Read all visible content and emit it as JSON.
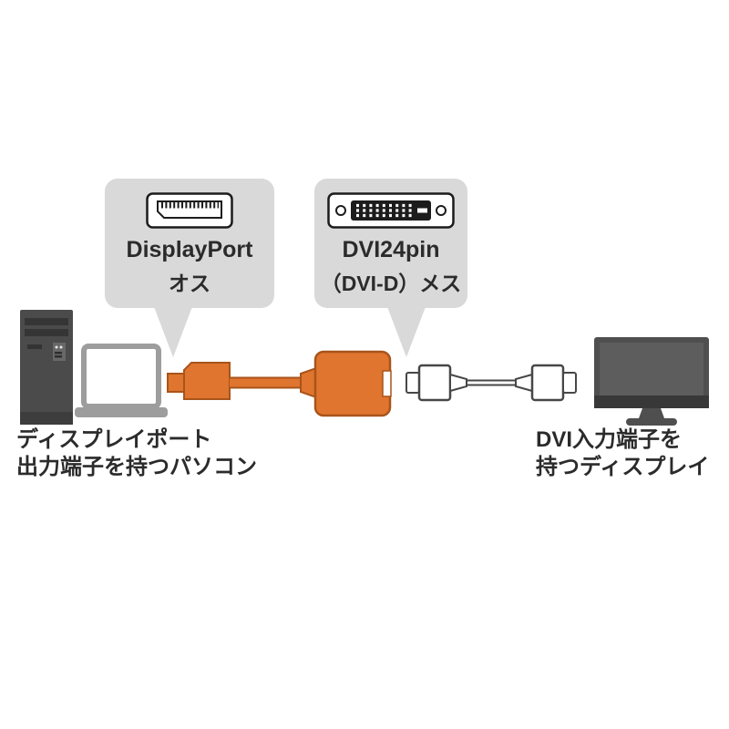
{
  "page": {
    "background": "#ffffff"
  },
  "callouts": {
    "displayport": {
      "icon": "displayport-connector-icon",
      "line1": "DisplayPort",
      "line2": "オス"
    },
    "dvi": {
      "icon": "dvi-connector-icon",
      "line1": "DVI24pin",
      "line2": "（DVI-D）メス"
    }
  },
  "labels": {
    "pc": {
      "line1": "ディスプレイポート",
      "line2": "出力端子を持つパソコン"
    },
    "display": {
      "line1": "DVI入力端子を",
      "line2": "持つディスプレイ"
    }
  },
  "devices": {
    "pc_tower": "desktop-pc-tower",
    "laptop": "laptop",
    "dp_plug": "displayport-cable-plug",
    "adapter": "dp-to-dvi-adapter-body",
    "dvi_cable": "dvi-cable",
    "monitor": "display-monitor"
  },
  "colors": {
    "page_bg": "#ffffff",
    "bubble_gray": "#d9d9da",
    "accent_orange": "#df752e",
    "accent_orange_dark": "#a9541a",
    "device_gray": "#4b4b4b",
    "cable_outline_gray": "#474747",
    "text_dark": "#2b2b2b"
  }
}
